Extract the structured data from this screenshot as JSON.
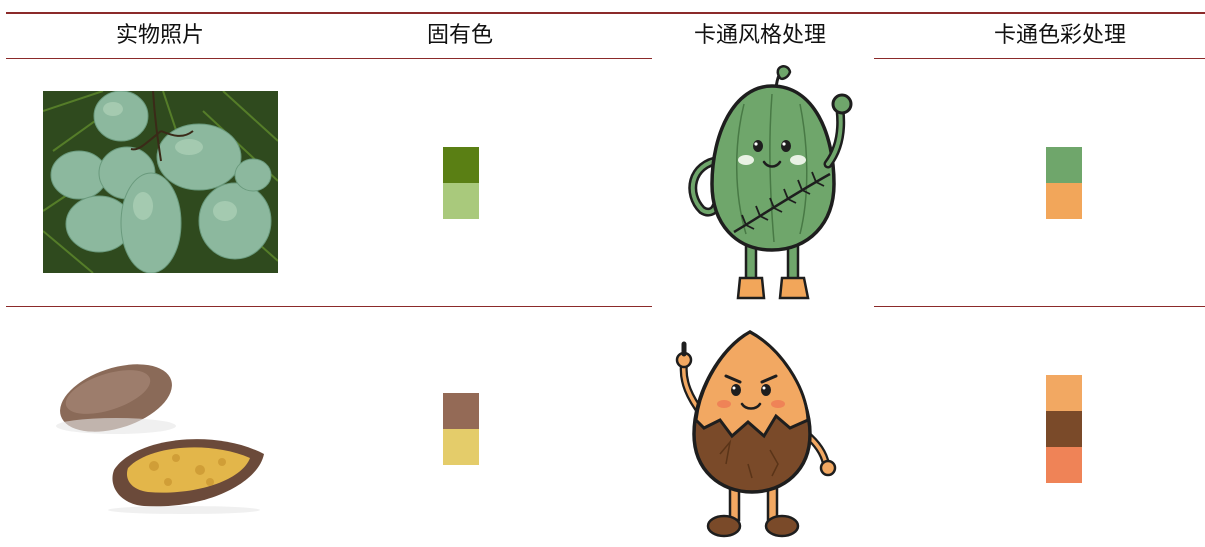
{
  "headers": {
    "photo": "实物照片",
    "inherent_color": "固有色",
    "cartoon_style": "卡通风格处理",
    "cartoon_color": "卡通色彩处理"
  },
  "rows": [
    {
      "inherent_colors": [
        "#5a7f14",
        "#a9c97c"
      ],
      "cartoon_colors": [
        "#6fa66b",
        "#f2a65a"
      ]
    },
    {
      "inherent_colors": [
        "#946a56",
        "#e4cc6a"
      ],
      "cartoon_colors": [
        "#f2a862",
        "#7a4a29",
        "#ef8357"
      ]
    }
  ],
  "colors": {
    "rule": "#8b2a2a"
  }
}
